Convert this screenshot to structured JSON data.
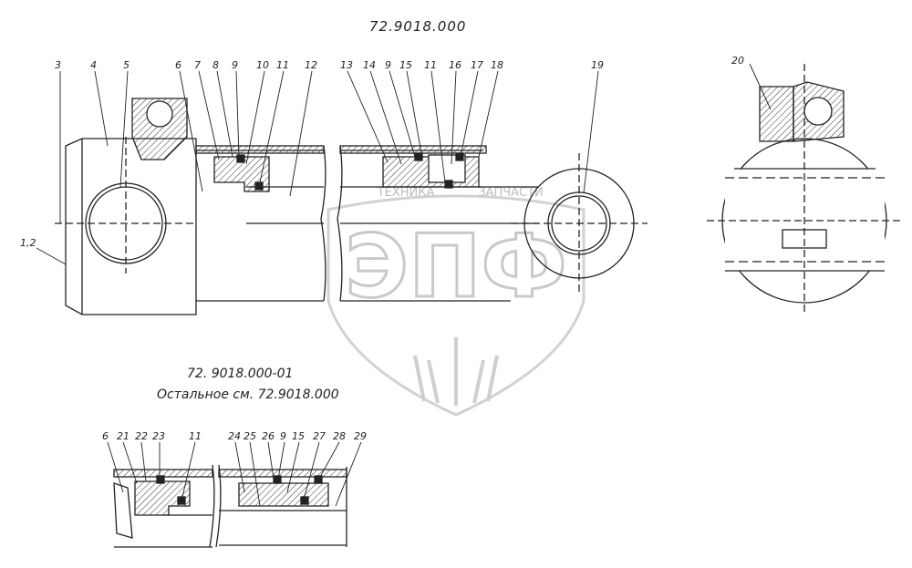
{
  "main_title": "72.9018.000",
  "variant": {
    "title": "72. 9018.000-01",
    "note": "Остальное см. 72.9018.000"
  },
  "watermark": {
    "top_left": "ТЕХНИКА",
    "top_right": "ЗАПЧАСТИ",
    "logo": "ЭПФ"
  },
  "main_callouts": [
    "3",
    "4",
    "5",
    "6",
    "7",
    "8",
    "9",
    "10",
    "11",
    "12",
    "13",
    "14",
    "9",
    "15",
    "11",
    "16",
    "17",
    "18",
    "19"
  ],
  "side_callouts": [
    "1,2"
  ],
  "end_view_callouts": [
    "20"
  ],
  "variant_callouts": [
    "6",
    "21",
    "22",
    "23",
    "11",
    "24",
    "25",
    "26",
    "9",
    "15",
    "27",
    "28",
    "29"
  ]
}
